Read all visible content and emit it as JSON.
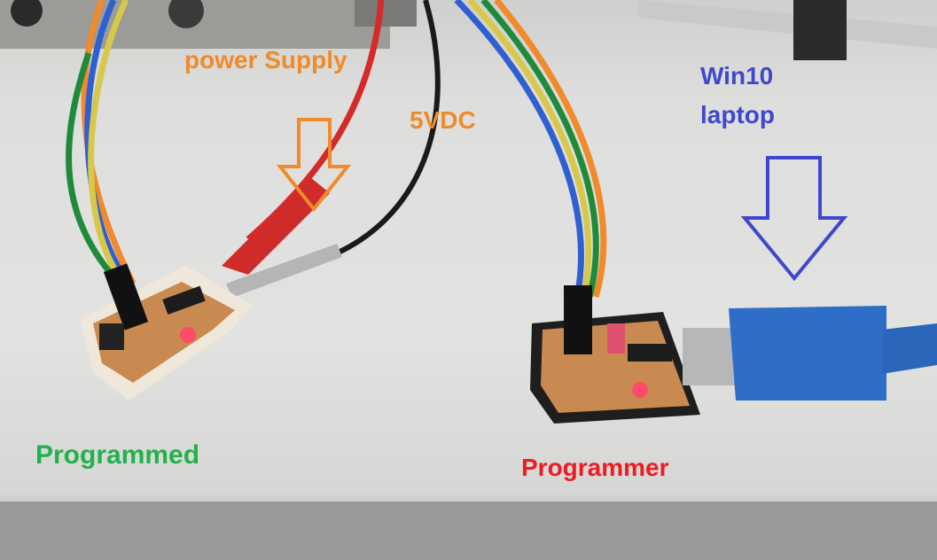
{
  "labels": {
    "power_supply": "power Supply",
    "vdc": "5VDC",
    "laptop_line1": "Win10",
    "laptop_line2": "laptop",
    "programmed": "Programmed",
    "programmer": "Programmer"
  },
  "colors": {
    "power_label": "#f08a2a",
    "laptop_label": "#3f48cc",
    "programmed_label": "#22b14c",
    "programmer_label": "#ed1c24",
    "usb_blue": "#2f6ec8",
    "pcb_copper": "#c98a52"
  },
  "icons": {
    "power_arrow": "down-arrow-outline-orange",
    "laptop_arrow": "down-arrow-outline-blue"
  }
}
